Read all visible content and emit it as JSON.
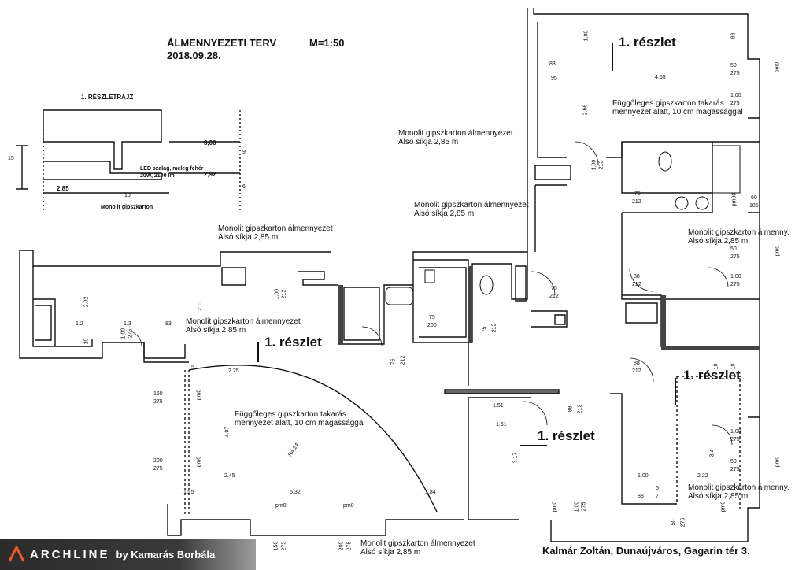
{
  "header": {
    "title": "ÁLMENNYEZETI TERV",
    "scale": "M=1:50",
    "date": "2018.09.28."
  },
  "detail": {
    "title": "1. RÉSZLETRAJZ",
    "heights": [
      "3,00",
      "2,92",
      "2,85"
    ],
    "left_dim": "15",
    "right_dims": [
      "9",
      "6"
    ],
    "bottom_dim": "10",
    "led_note": [
      "LED szalag, meleg fehér",
      "20W, 2100 lm"
    ],
    "material": "Monolit gipszkarton"
  },
  "ceiling_notes": {
    "monolit_line1": "Monolit gipszkarton álmennyezet",
    "monolit_line2": "Alsó síkja 2,85 m",
    "monolit_short_line1": "Monolit gipszkarton álmenny.",
    "vertical_line1": "Függőleges gipszkarton takarás",
    "vertical_line2": "mennyezet alatt, 10 cm magassággal"
  },
  "detail_callout": "1. részlet",
  "address": "Kalmár Zoltán, Dunaújváros, Gagarin tér 3.",
  "brand": {
    "logo": "ARCHLINE",
    "byline": "by Kamarás Borbála",
    "logo_icon": "archline-logo-icon"
  },
  "dims": {
    "d100": "1,00",
    "d88": "88",
    "d83": "83",
    "d95": "95",
    "d455": "4.55",
    "d5": "5",
    "d50": "50",
    "d275": "275",
    "pm0": "pm0",
    "d266": "2.66",
    "d212": "212",
    "d75": "75",
    "d60": "60",
    "d185": "185",
    "pm90": "pm90",
    "d200": "200",
    "d202": "2.02",
    "d211": "2.11",
    "d12": "1.2",
    "d13": "1.3",
    "d10": "10",
    "d225": "2.25",
    "d150": "150",
    "d407": "4.07",
    "d245": "2.45",
    "d532": "5.32",
    "d184": "1.84",
    "d155": "15,5",
    "r424": "R4,24",
    "d151": "1.51",
    "d161": "1.61",
    "d317": "3.17",
    "d34": "3.4",
    "d222": "2.22",
    "d7": "7"
  }
}
